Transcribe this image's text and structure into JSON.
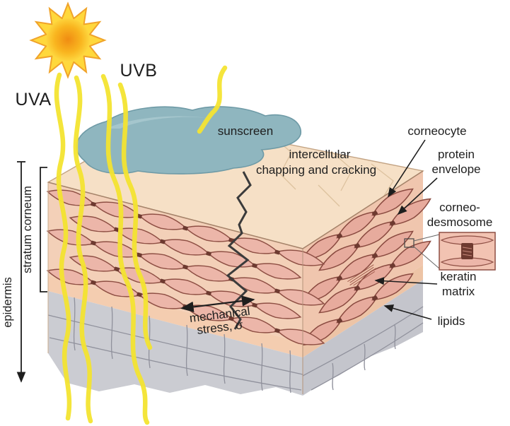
{
  "diagram": {
    "description": "Cross-section diagram of skin stratum corneum under UV exposure with sunscreen"
  },
  "labels": {
    "uva": "UVA",
    "uvb": "UVB",
    "sunscreen": "sunscreen",
    "chapping_line1": "intercellular",
    "chapping_line2": "chapping and cracking",
    "mechanical_line1": "mechanical",
    "mechanical_line2": "stress, σ",
    "stratum_corneum": "stratum corneum",
    "epidermis": "epidermis",
    "corneocyte": "corneocyte",
    "protein_line1": "protein",
    "protein_line2": "envelope",
    "corneo_line1": "corneo-",
    "corneo_line2": "desmosome",
    "keratin_line1": "keratin",
    "keratin_line2": "matrix",
    "lipids": "lipids"
  },
  "colors": {
    "sun_core": "#f59b1c",
    "sun_edge": "#ffd93b",
    "uv_ray": "#f4e431",
    "skin_top": "#f6e0c6",
    "sunscreen_fill": "#8fb6bf",
    "corneocyte_fill": "#ecb6a9",
    "corneocyte_stroke": "#8e4f44",
    "desmosome": "#6e3a30",
    "epidermis_gray": "#cbccd2",
    "crack": "#3b3b3b",
    "text": "#1e1e1e"
  }
}
